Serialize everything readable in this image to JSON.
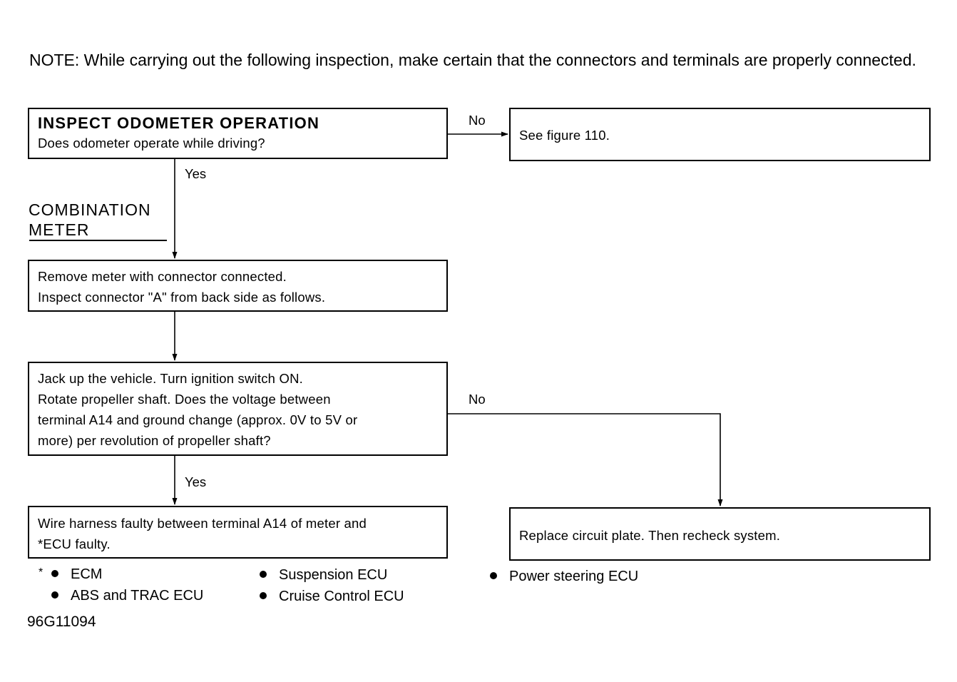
{
  "note": "NOTE:  While carrying out the following inspection, make certain that the connectors and terminals are properly connected.",
  "steps": {
    "inspect_odometer": {
      "title": "INSPECT ODOMETER OPERATION",
      "question": "Does odometer operate while driving?"
    },
    "see_figure": "See figure 110.",
    "remove_meter": {
      "line1": "Remove meter with connector connected.",
      "line2": "Inspect connector \"A\" from back side as follows."
    },
    "jack_up": {
      "line1": "Jack up the vehicle. Turn ignition switch ON.",
      "line2": "Rotate propeller shaft. Does the voltage between",
      "line3": "terminal A14 and ground change (approx. 0V to 5V or",
      "line4": "more) per revolution of propeller shaft?"
    },
    "wire_harness": {
      "line1": "Wire harness faulty between terminal A14 of meter and",
      "line2": "*ECU faulty."
    },
    "replace_plate": "Replace circuit plate. Then recheck system."
  },
  "branch_labels": {
    "no_1": "No",
    "yes_1": "Yes",
    "no_2": "No",
    "yes_2": "Yes"
  },
  "section_heading": {
    "line1": "COMBINATION",
    "line2": "METER"
  },
  "legend": {
    "marker": "*",
    "items": [
      "ECM",
      "ABS and TRAC ECU",
      "Suspension ECU",
      "Cruise Control ECU",
      "Power steering ECU"
    ]
  },
  "figure_id": "96G11094"
}
